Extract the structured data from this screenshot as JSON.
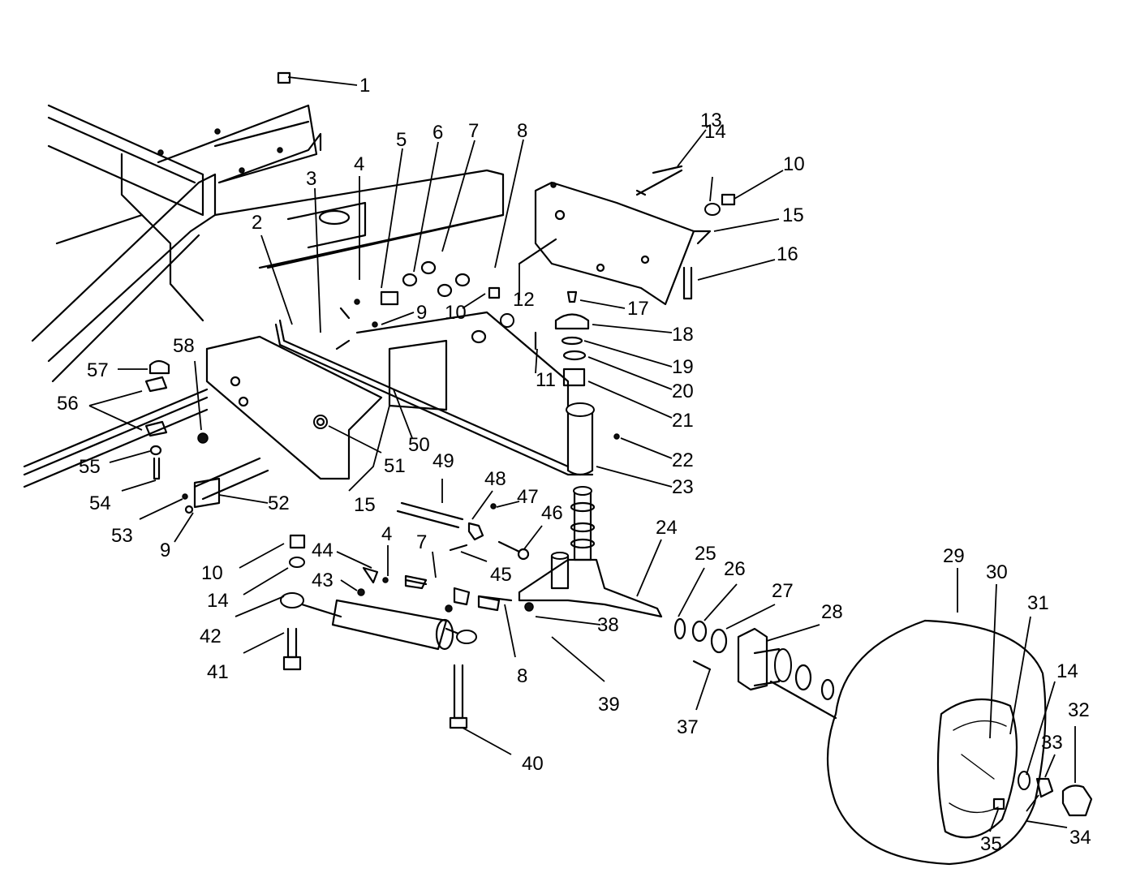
{
  "callouts": [
    {
      "id": "c1",
      "text": "1"
    },
    {
      "id": "c2",
      "text": "2"
    },
    {
      "id": "c3",
      "text": "3"
    },
    {
      "id": "c4a",
      "text": "4"
    },
    {
      "id": "c5",
      "text": "5"
    },
    {
      "id": "c6",
      "text": "6"
    },
    {
      "id": "c7a",
      "text": "7"
    },
    {
      "id": "c8a",
      "text": "8"
    },
    {
      "id": "c9a",
      "text": "9"
    },
    {
      "id": "c10a",
      "text": "10"
    },
    {
      "id": "c12",
      "text": "12"
    },
    {
      "id": "c13",
      "text": "13"
    },
    {
      "id": "c14a",
      "text": "14"
    },
    {
      "id": "c10b",
      "text": "10"
    },
    {
      "id": "c15a",
      "text": "15"
    },
    {
      "id": "c16",
      "text": "16"
    },
    {
      "id": "c17",
      "text": "17"
    },
    {
      "id": "c18",
      "text": "18"
    },
    {
      "id": "c11",
      "text": "11"
    },
    {
      "id": "c19",
      "text": "19"
    },
    {
      "id": "c20",
      "text": "20"
    },
    {
      "id": "c21",
      "text": "21"
    },
    {
      "id": "c22",
      "text": "22"
    },
    {
      "id": "c23",
      "text": "23"
    },
    {
      "id": "c58",
      "text": "58"
    },
    {
      "id": "c57",
      "text": "57"
    },
    {
      "id": "c56",
      "text": "56"
    },
    {
      "id": "c55",
      "text": "55"
    },
    {
      "id": "c54",
      "text": "54"
    },
    {
      "id": "c53",
      "text": "53"
    },
    {
      "id": "c9b",
      "text": "9"
    },
    {
      "id": "c52",
      "text": "52"
    },
    {
      "id": "c15b",
      "text": "15"
    },
    {
      "id": "c51",
      "text": "51"
    },
    {
      "id": "c50",
      "text": "50"
    },
    {
      "id": "c49",
      "text": "49"
    },
    {
      "id": "c48",
      "text": "48"
    },
    {
      "id": "c47",
      "text": "47"
    },
    {
      "id": "c46",
      "text": "46"
    },
    {
      "id": "c45",
      "text": "45"
    },
    {
      "id": "c24",
      "text": "24"
    },
    {
      "id": "c25",
      "text": "25"
    },
    {
      "id": "c26",
      "text": "26"
    },
    {
      "id": "c27",
      "text": "27"
    },
    {
      "id": "c28",
      "text": "28"
    },
    {
      "id": "c29",
      "text": "29"
    },
    {
      "id": "c30",
      "text": "30"
    },
    {
      "id": "c31",
      "text": "31"
    },
    {
      "id": "c14b",
      "text": "14"
    },
    {
      "id": "c32",
      "text": "32"
    },
    {
      "id": "c33",
      "text": "33"
    },
    {
      "id": "c34",
      "text": "34"
    },
    {
      "id": "c35",
      "text": "35"
    },
    {
      "id": "c37",
      "text": "37"
    },
    {
      "id": "c38",
      "text": "38"
    },
    {
      "id": "c39",
      "text": "39"
    },
    {
      "id": "c40",
      "text": "40"
    },
    {
      "id": "c41",
      "text": "41"
    },
    {
      "id": "c42",
      "text": "42"
    },
    {
      "id": "c43",
      "text": "43"
    },
    {
      "id": "c44",
      "text": "44"
    },
    {
      "id": "c4b",
      "text": "4"
    },
    {
      "id": "c7b",
      "text": "7"
    },
    {
      "id": "c8b",
      "text": "8"
    },
    {
      "id": "c10c",
      "text": "10"
    },
    {
      "id": "c14c",
      "text": "14"
    }
  ]
}
